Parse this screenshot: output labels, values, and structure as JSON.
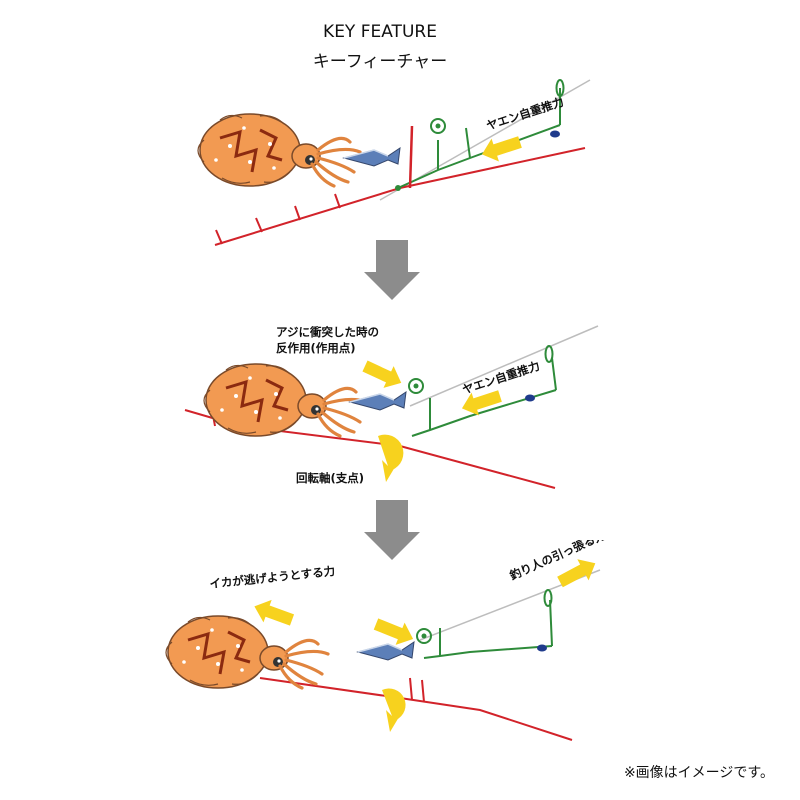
{
  "header": {
    "title_en": "KEY FEATURE",
    "title_ja": "キーフィーチャー"
  },
  "panel1": {
    "yaen_label": "ヤエン自重推力"
  },
  "panel2": {
    "reaction_label_line1": "アジに衝突した時の",
    "reaction_label_line2": "反作用(作用点)",
    "yaen_label": "ヤエン自重推力",
    "pivot_label": "回転軸(支点)"
  },
  "panel3": {
    "squid_label": "イカが逃げようとする力",
    "angler_label": "釣り人の引っ張る力"
  },
  "footnote": "※画像はイメージです。",
  "colors": {
    "rod_red": "#d2232a",
    "wire_green": "#2e8b3a",
    "squid_orange": "#f29a52",
    "arrow_yellow": "#f7d21e",
    "down_arrow_gray": "#8c8c8c"
  }
}
